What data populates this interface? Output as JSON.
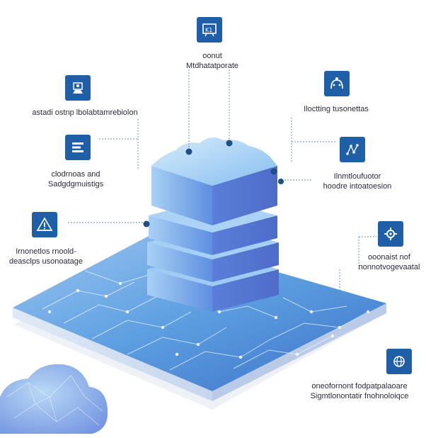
{
  "colors": {
    "accent": "#1f5fa8",
    "platform": "#5c9ee0",
    "block": "#6aa3e6",
    "cloud": "#8fb3ec"
  },
  "nodes": [
    {
      "id": "top",
      "icon": "whiteboard-icon",
      "lines": [
        "oonut",
        "Mtdhatatporate"
      ]
    },
    {
      "id": "upper-left",
      "icon": "workstation-icon",
      "lines": [
        "astadi ostnp lbolabtamrebiolon"
      ]
    },
    {
      "id": "mid-left",
      "icon": "document-list-icon",
      "lines": [
        "clodrnoas and",
        "Sadgdgmuistigs"
      ]
    },
    {
      "id": "lower-left",
      "icon": "warning-triangle-icon",
      "lines": [
        "Irnonetlos rnoold-",
        "deasclps usonoatage"
      ]
    },
    {
      "id": "upper-right",
      "icon": "arch-robot-icon",
      "lines": [
        "Iloctting tusonettas"
      ]
    },
    {
      "id": "mid-right",
      "icon": "network-nodes-icon",
      "lines": [
        "Ilnmtloufuotor",
        "hoodre intoatoesion"
      ]
    },
    {
      "id": "lower-right",
      "icon": "gear-chip-icon",
      "lines": [
        "ooonaist nof",
        "nonnotvogevaatal"
      ]
    },
    {
      "id": "bottom-right",
      "icon": "globe-chip-icon",
      "lines": [
        "oneofornont fodpatpalaoare",
        "Sigmtlonontatir fnohnoloiqce"
      ]
    }
  ]
}
